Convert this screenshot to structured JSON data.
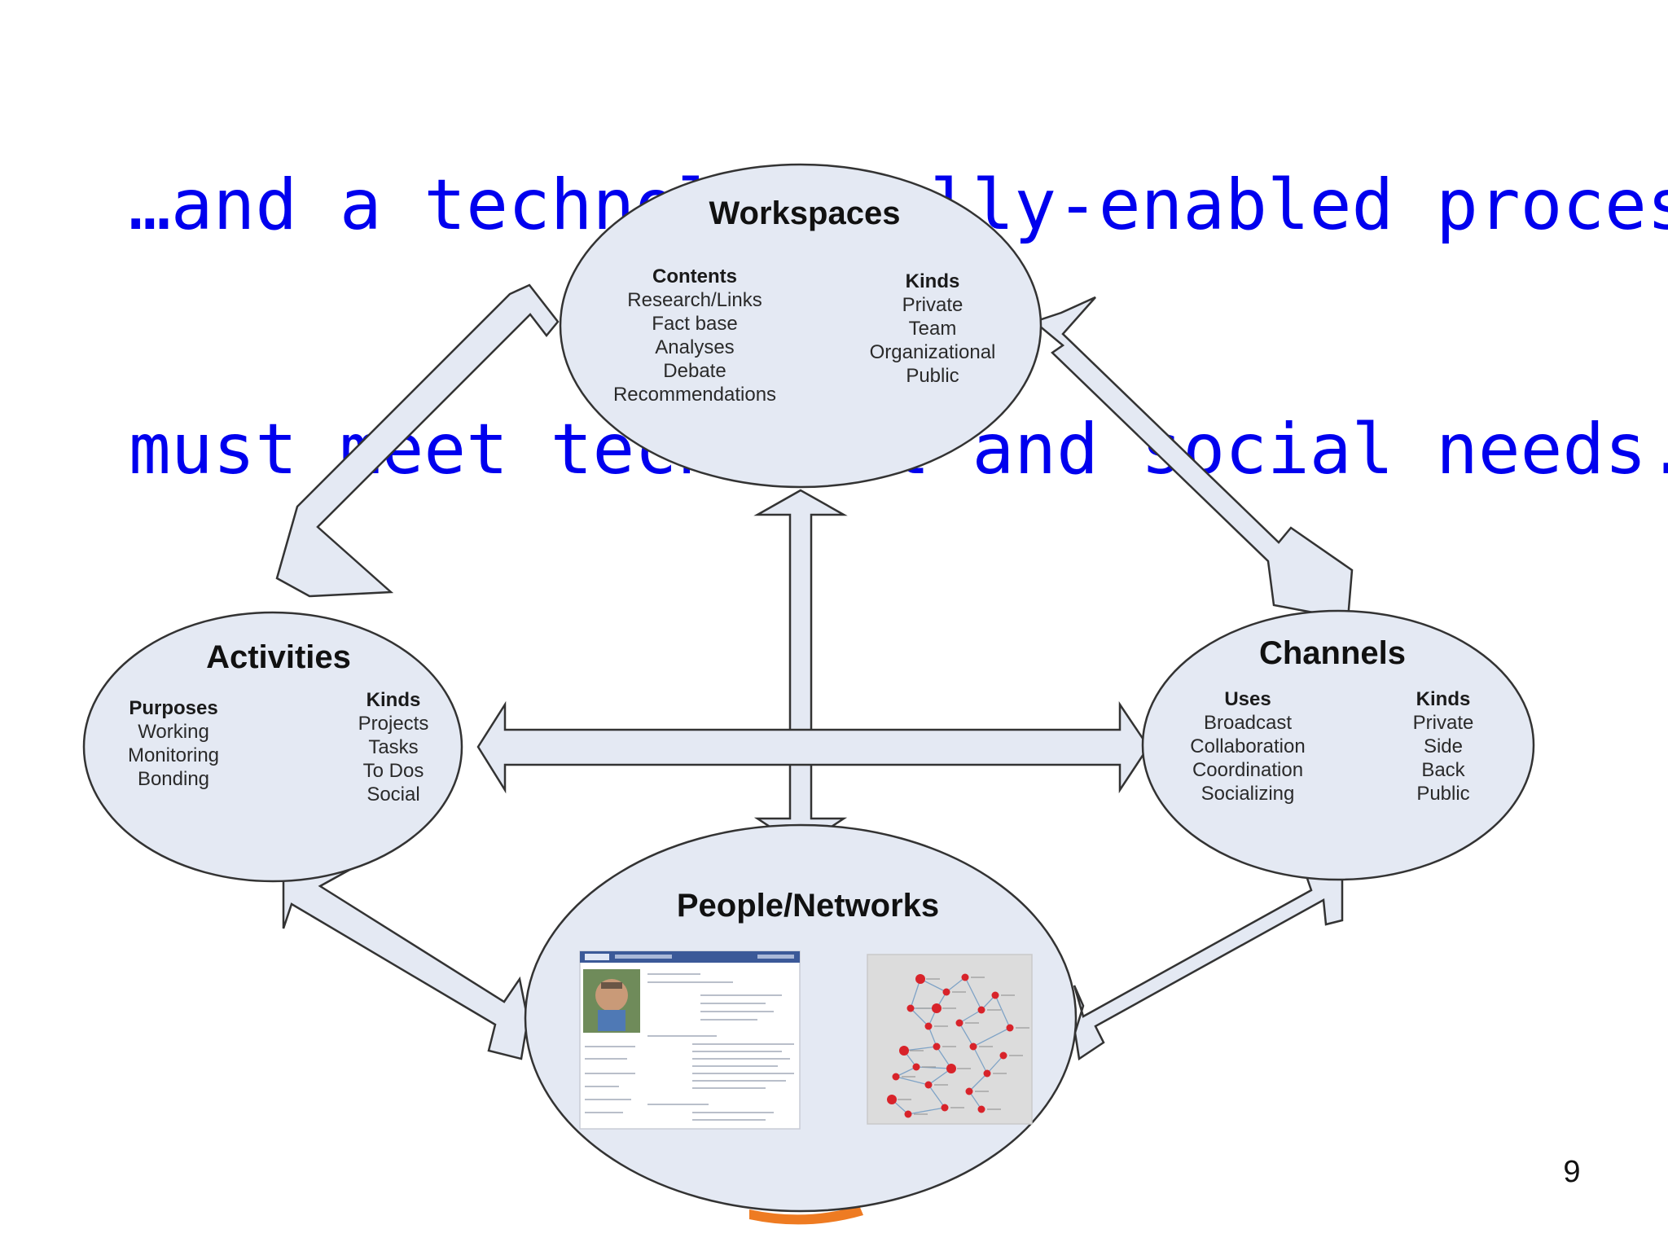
{
  "slide": {
    "title_line1": "…and a technologically-enabled process",
    "title_line2": "must meet technical and social needs.",
    "page_number": "9"
  },
  "colors": {
    "title": "#0000ee",
    "node_fill": "#e4e9f3",
    "arrow_fill": "#e4e9f3",
    "outline": "#333333",
    "accent_orange": "#ee7b22"
  },
  "diagram": {
    "workspaces": {
      "title": "Workspaces",
      "contents_head": "Contents",
      "contents": [
        "Research/Links",
        "Fact base",
        "Analyses",
        "Debate",
        "Recommendations"
      ],
      "kinds_head": "Kinds",
      "kinds": [
        "Private",
        "Team",
        "Organizational",
        "Public"
      ]
    },
    "activities": {
      "title": "Activities",
      "purposes_head": "Purposes",
      "purposes": [
        "Working",
        "Monitoring",
        "Bonding"
      ],
      "kinds_head": "Kinds",
      "kinds": [
        "Projects",
        "Tasks",
        "To Dos",
        "Social"
      ]
    },
    "channels": {
      "title": "Channels",
      "uses_head": "Uses",
      "uses": [
        "Broadcast",
        "Collaboration",
        "Coordination",
        "Socializing"
      ],
      "kinds_head": "Kinds",
      "kinds": [
        "Private",
        "Side",
        "Back",
        "Public"
      ]
    },
    "people": {
      "title": "People/Networks",
      "profile_image": "social-profile-screenshot",
      "network_image": "network-graph-screenshot"
    }
  }
}
